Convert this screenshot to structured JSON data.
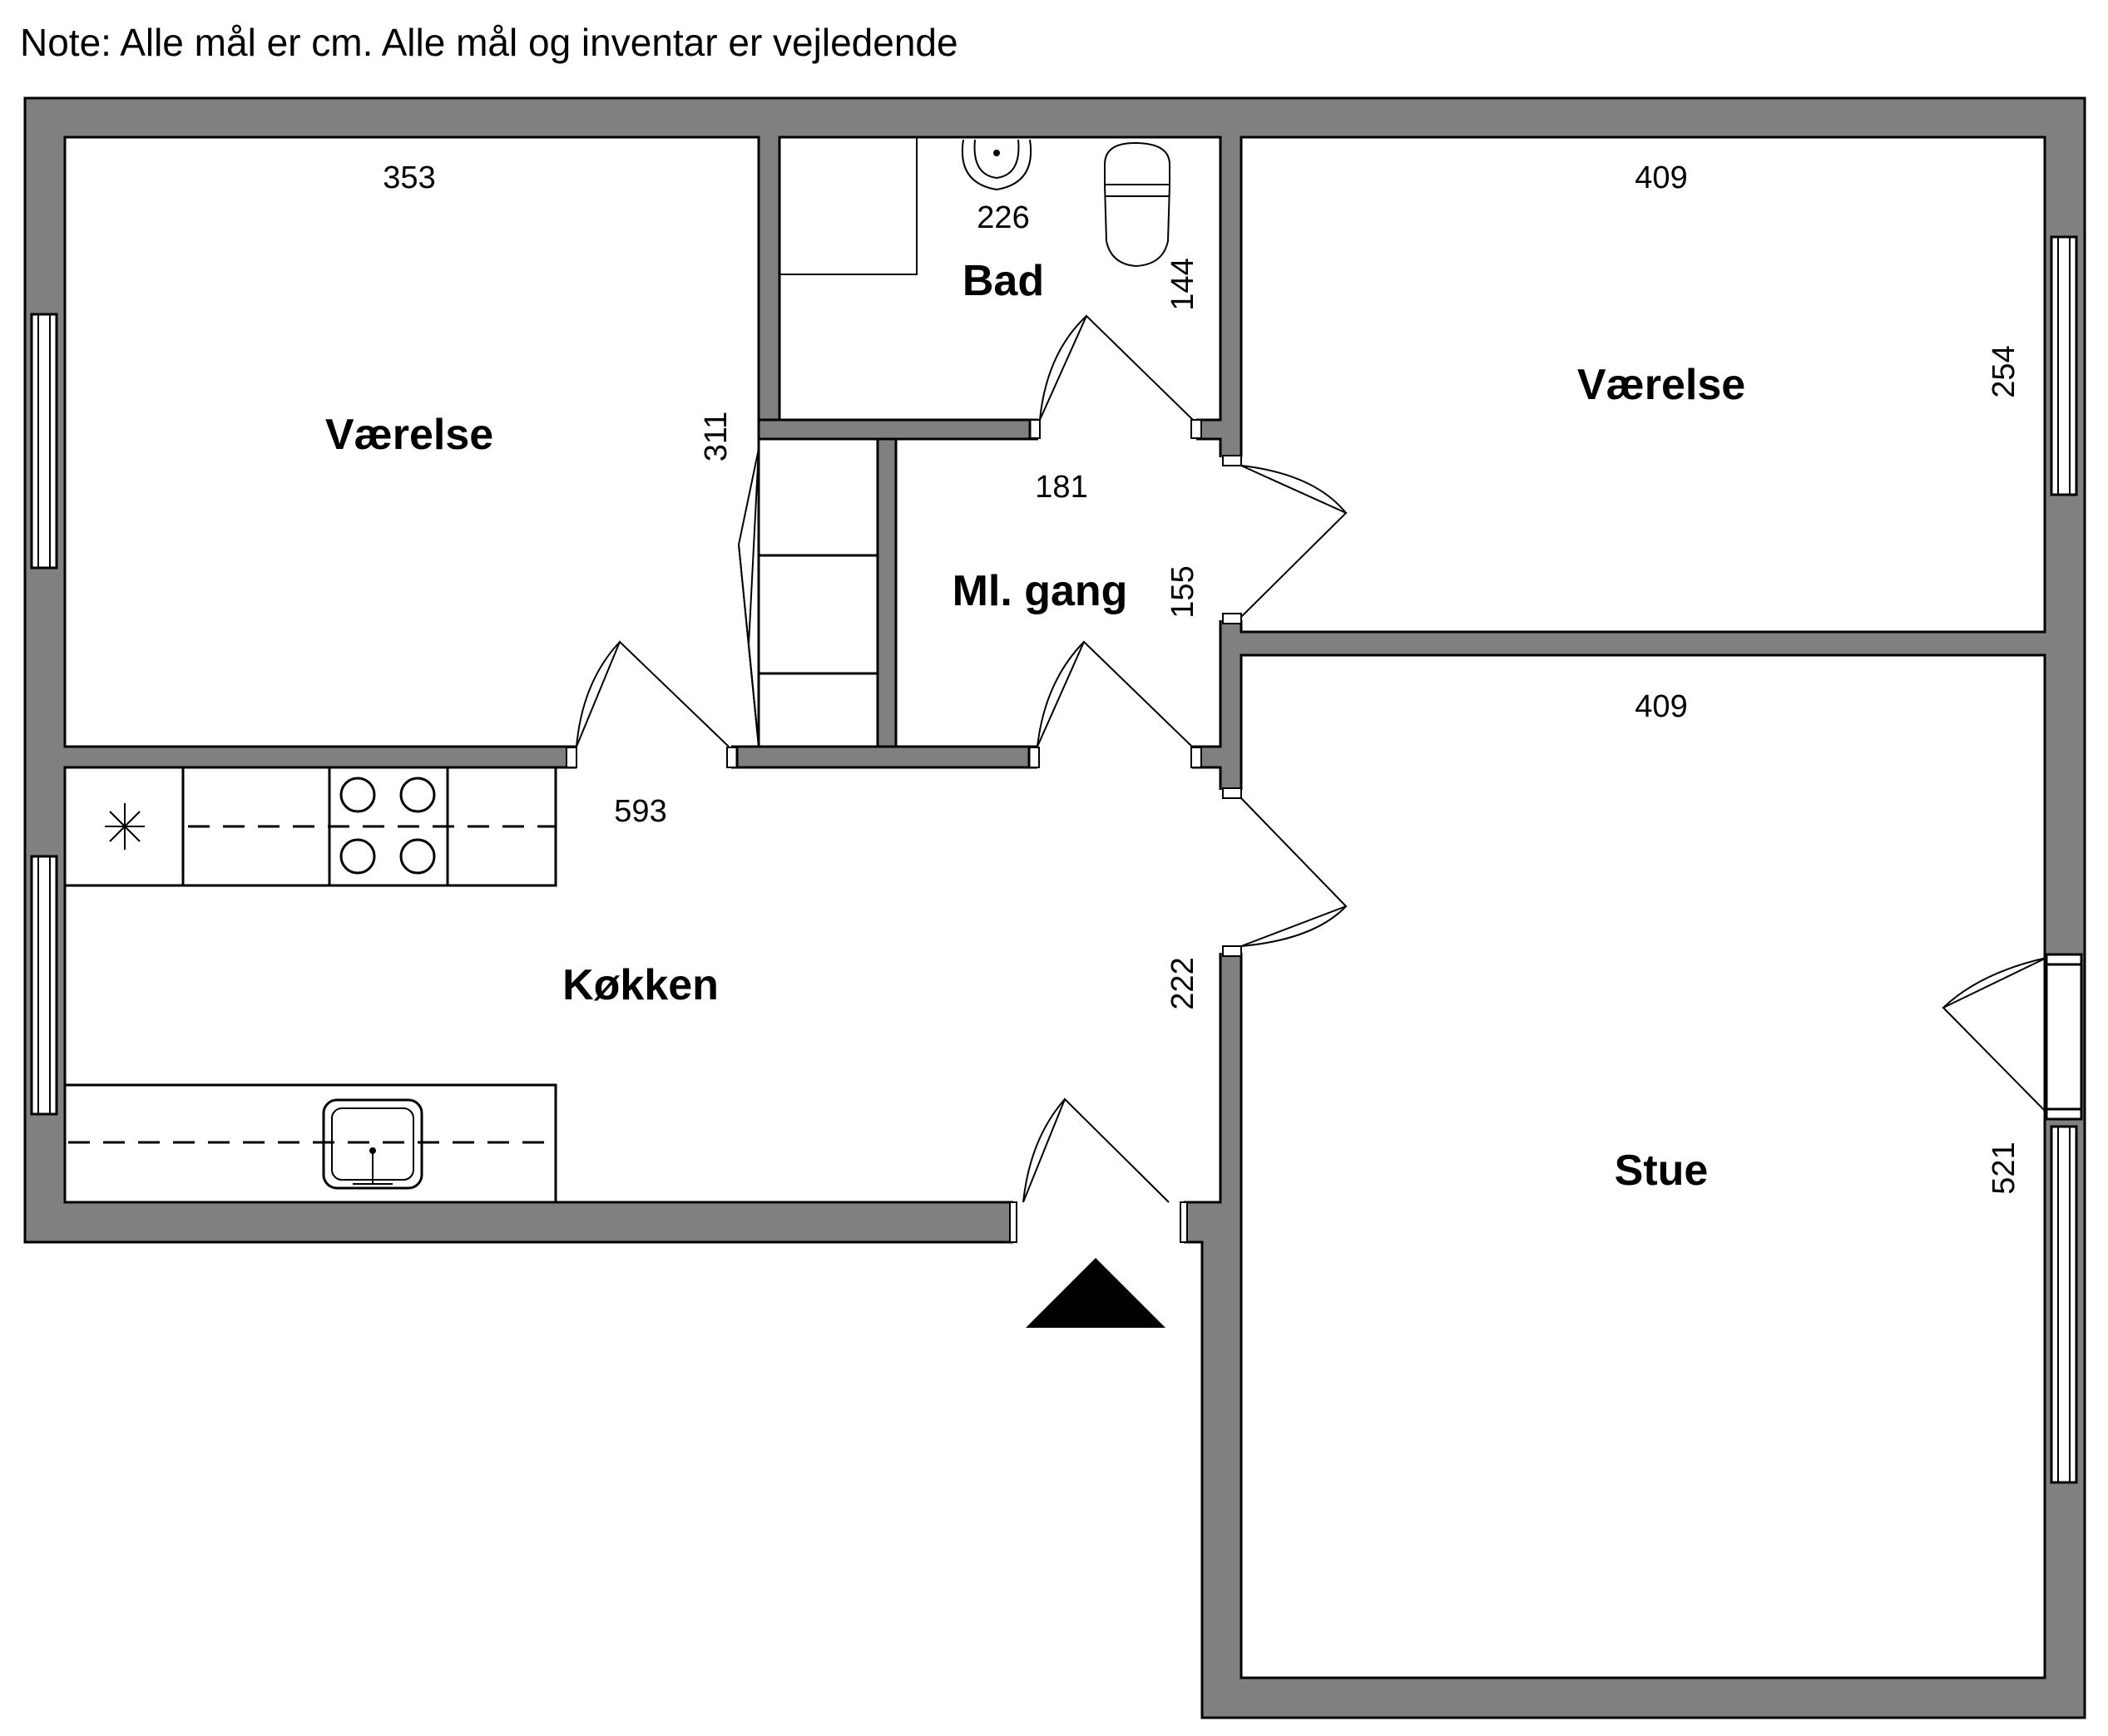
{
  "note": "Note: Alle mål er cm. Alle mål og inventar er vejledende",
  "rooms": {
    "vaerelse_left": "Værelse",
    "bad": "Bad",
    "vaerelse_right": "Værelse",
    "gang": "Ml. gang",
    "kokken": "Køkken",
    "stue": "Stue"
  },
  "dimensions": {
    "vaerelse_left_width": "353",
    "vaerelse_left_height": "311",
    "bad_width": "226",
    "bad_height": "144",
    "vaerelse_right_width": "409",
    "vaerelse_right_height": "254",
    "gang_width": "181",
    "gang_height": "155",
    "kokken_width": "593",
    "kokken_height": "222",
    "stue_width": "409",
    "stue_height": "521"
  },
  "icons": {
    "entrance": "entrance-arrow-icon",
    "stove": "stove-burners-icon",
    "sink": "sink-icon",
    "toilet": "toilet-icon",
    "washbasin": "washbasin-icon",
    "fan": "extractor-fan-icon"
  }
}
